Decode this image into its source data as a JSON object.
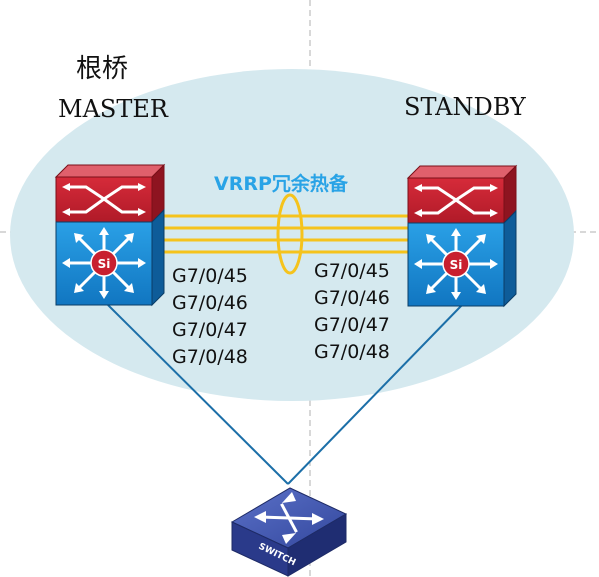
{
  "labels": {
    "root_bridge": "根桥",
    "master": "MASTER",
    "standby": "STANDBY",
    "vrrp": "VRRP冗余热备",
    "switch_label": "SWITCH"
  },
  "ports_left": [
    "G7/0/45",
    "G7/0/46",
    "G7/0/47",
    "G7/0/48"
  ],
  "ports_right": [
    "G7/0/45",
    "G7/0/46",
    "G7/0/47",
    "G7/0/48"
  ],
  "core_switch_badge": "Si",
  "colors": {
    "ellipse": "#d5e9ef",
    "chassis_red": "#c8202f",
    "chassis_blue": "#1f8fd8",
    "trunk_link": "#f5c31c",
    "uplink": "#1c6fa8",
    "vrrp_text": "#29a3e6",
    "access_switch": "#3a4fae",
    "guide_line": "#b0b0b0"
  }
}
